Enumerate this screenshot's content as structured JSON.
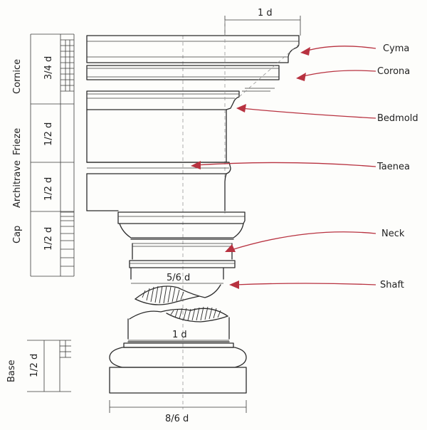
{
  "labels": {
    "cyma": "Cyma",
    "corona": "Corona",
    "bedmold": "Bedmold",
    "taenea": "Taenea",
    "neck": "Neck",
    "shaft": "Shaft"
  },
  "sections": {
    "cornice": "Cornice",
    "frieze": "Frieze",
    "architrave": "Architrave",
    "cap": "Cap",
    "base": "Base"
  },
  "dimensions": {
    "cornice_height": "3/4 d",
    "frieze_height": "1/2 d",
    "architrave_height": "1/2 d",
    "cap_height": "1/2 d",
    "base_height": "1/2 d",
    "cornice_projection": "1 d",
    "neck_diameter": "5/6 d",
    "shaft_diameter": "1 d",
    "plinth_width": "8/6 d"
  },
  "colors": {
    "arrow": "#b83240",
    "ink": "#2b2b2b"
  }
}
